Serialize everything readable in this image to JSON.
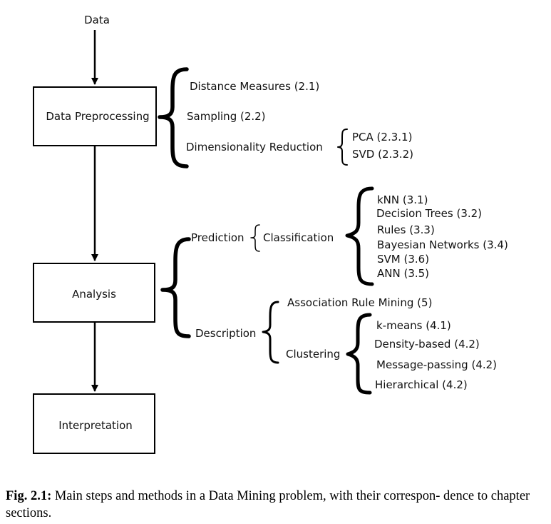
{
  "diagram": {
    "input": "Data",
    "steps": {
      "preprocessing": "Data Preprocessing",
      "analysis": "Analysis",
      "interpretation": "Interpretation"
    },
    "preprocessing_methods": {
      "distance": "Distance Measures (2.1)",
      "sampling": "Sampling (2.2)",
      "dim_reduction": "Dimensionality Reduction",
      "dim_reduction_items": [
        "PCA (2.3.1)",
        "SVD (2.3.2)"
      ]
    },
    "analysis_methods": {
      "prediction": "Prediction",
      "classification": "Classification",
      "classification_items": [
        "kNN (3.1)",
        "Decision Trees (3.2)",
        "Rules (3.3)",
        "Bayesian Networks (3.4)",
        "SVM (3.6)",
        "ANN (3.5)"
      ],
      "description": "Description",
      "association": "Association Rule Mining (5)",
      "clustering": "Clustering",
      "clustering_items": [
        "k-means (4.1)",
        "Density-based (4.2)",
        "Message-passing (4.2)",
        "Hierarchical (4.2)"
      ]
    }
  },
  "caption": {
    "label": "Fig. 2.1:",
    "text": " Main steps and methods in a Data Mining problem, with their correspon- dence to chapter sections."
  }
}
